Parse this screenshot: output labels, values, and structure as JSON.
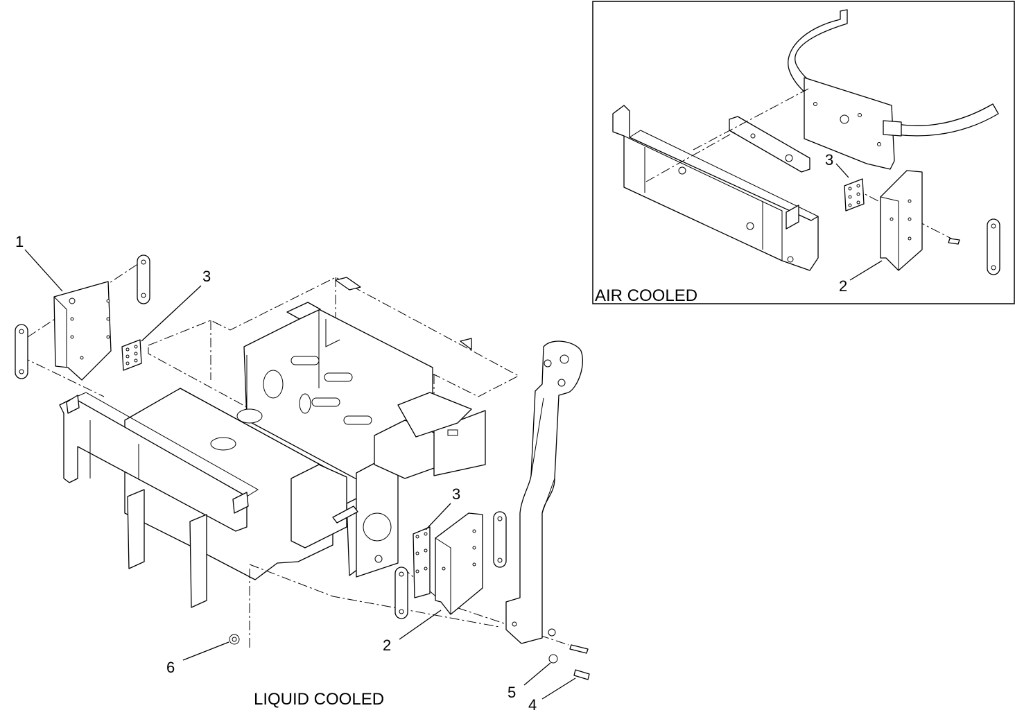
{
  "captions": {
    "liquid": "LIQUID COOLED",
    "air": "AIR COOLED"
  },
  "callouts": {
    "c1": "1",
    "c3_top": "3",
    "c3_mid": "3",
    "c2_main": "2",
    "c6": "6",
    "c5": "5",
    "c4": "4",
    "c3_air": "3",
    "c2_air": "2"
  }
}
